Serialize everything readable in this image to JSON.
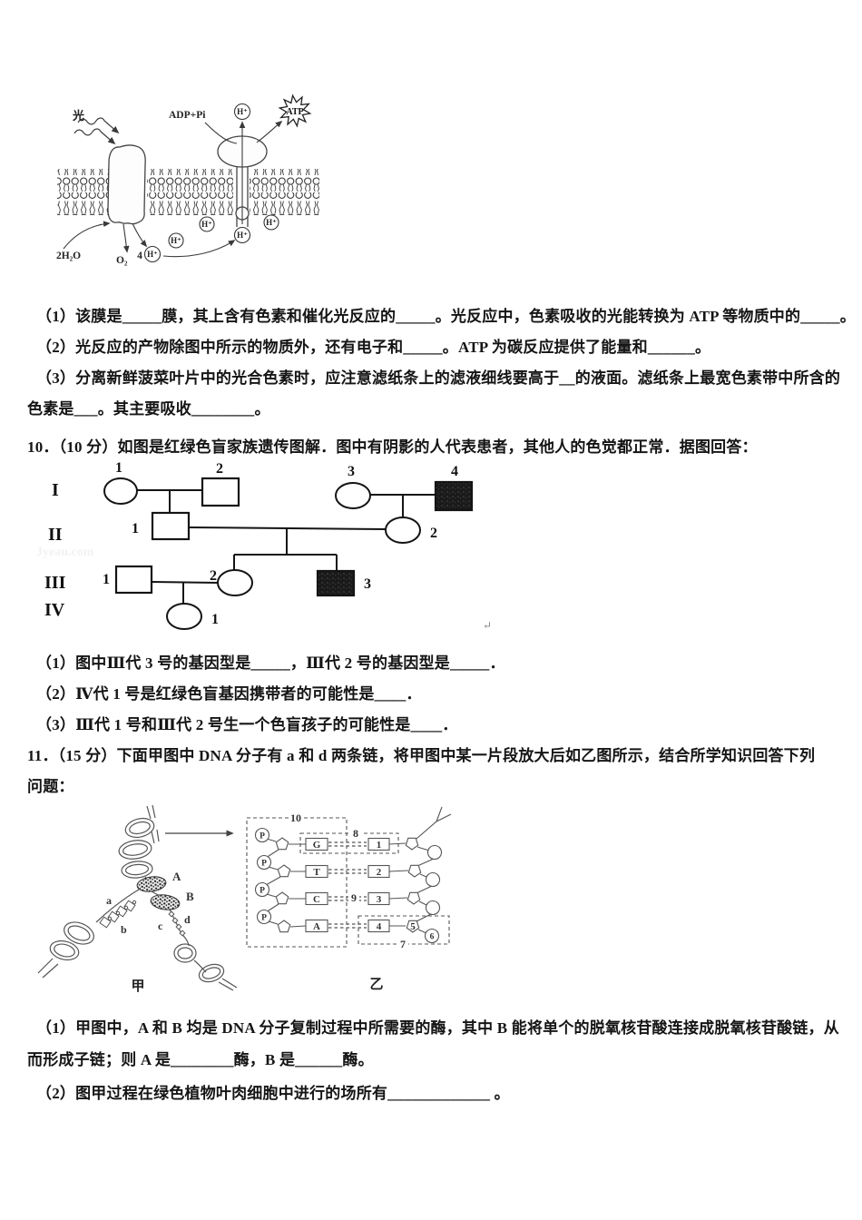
{
  "q9_block": {
    "figure": {
      "light_label": "光",
      "adp_label": "ADP+Pi",
      "atp_label": "ATP",
      "h_ion": "H⁺",
      "four_prefix": "4",
      "water_label": "2H₂O",
      "oxygen_label": "O₂"
    },
    "sub_questions": [
      "（1）该膜是_____膜，其上含有色素和催化光反应的_____。光反应中，色素吸收的光能转换为 ATP 等物质中的_____。",
      "（2）光反应的产物除图中所示的物质外，还有电子和_____。ATP 为碳反应提供了能量和______。",
      "（3）分离新鲜菠菜叶片中的光合色素时，应注意滤纸条上的滤液细线要高于__的液面。滤纸条上最宽色素带中所含的",
      "色素是___。其主要吸收________。"
    ]
  },
  "q10": {
    "stem": "10．（10 分）如图是红绿色盲家族遗传图解．图中有阴影的人代表患者，其他人的色觉都正常．据图回答：",
    "pedigree": {
      "generation_labels": [
        "I",
        "II",
        "III",
        "IV"
      ],
      "individuals": {
        "I_1": "1",
        "I_2": "2",
        "I_3": "3",
        "I_4": "4",
        "II_1": "1",
        "II_2": "2",
        "III_1": "1",
        "III_2": "2",
        "III_3": "3",
        "IV_1": "1"
      },
      "watermark": "Jyeau.com",
      "return_mark": "↵"
    },
    "sub_questions": [
      "（1）图中Ⅲ代 3 号的基因型是_____，Ⅲ代 2 号的基因型是_____．",
      "（2）Ⅳ代 1 号是红绿色盲基因携带者的可能性是____．",
      "（3）Ⅲ代 1 号和Ⅲ代 2 号生一个色盲孩子的可能性是____．"
    ]
  },
  "q11": {
    "stem_lines": [
      "11．（15 分）下面甲图中 DNA 分子有 a 和 d 两条链，将甲图中某一片段放大后如乙图所示，结合所学知识回答下列",
      "问题："
    ],
    "figure": {
      "enzyme_a": "A",
      "enzyme_b": "B",
      "strand_a": "a",
      "strand_b": "b",
      "strand_c": "c",
      "strand_d": "d",
      "phosphate": "P",
      "left_bases": [
        "G",
        "T",
        "C",
        "A"
      ],
      "right_numbers": [
        "1",
        "2",
        "3",
        "4"
      ],
      "part_numbers": {
        "n5": "5",
        "n6": "6",
        "n7": "7",
        "n8": "8",
        "n9": "9",
        "n10": "10"
      },
      "fig_left_label": "甲",
      "fig_right_label": "乙"
    },
    "sub_questions": [
      "（1）甲图中，A 和 B 均是 DNA 分子复制过程中所需要的酶，其中 B 能将单个的脱氧核苷酸连接成脱氧核苷酸链，从",
      "而形成子链；则 A 是________酶，B 是______酶。",
      "（2）图甲过程在绿色植物叶肉细胞中进行的场所有_____________ 。"
    ]
  }
}
